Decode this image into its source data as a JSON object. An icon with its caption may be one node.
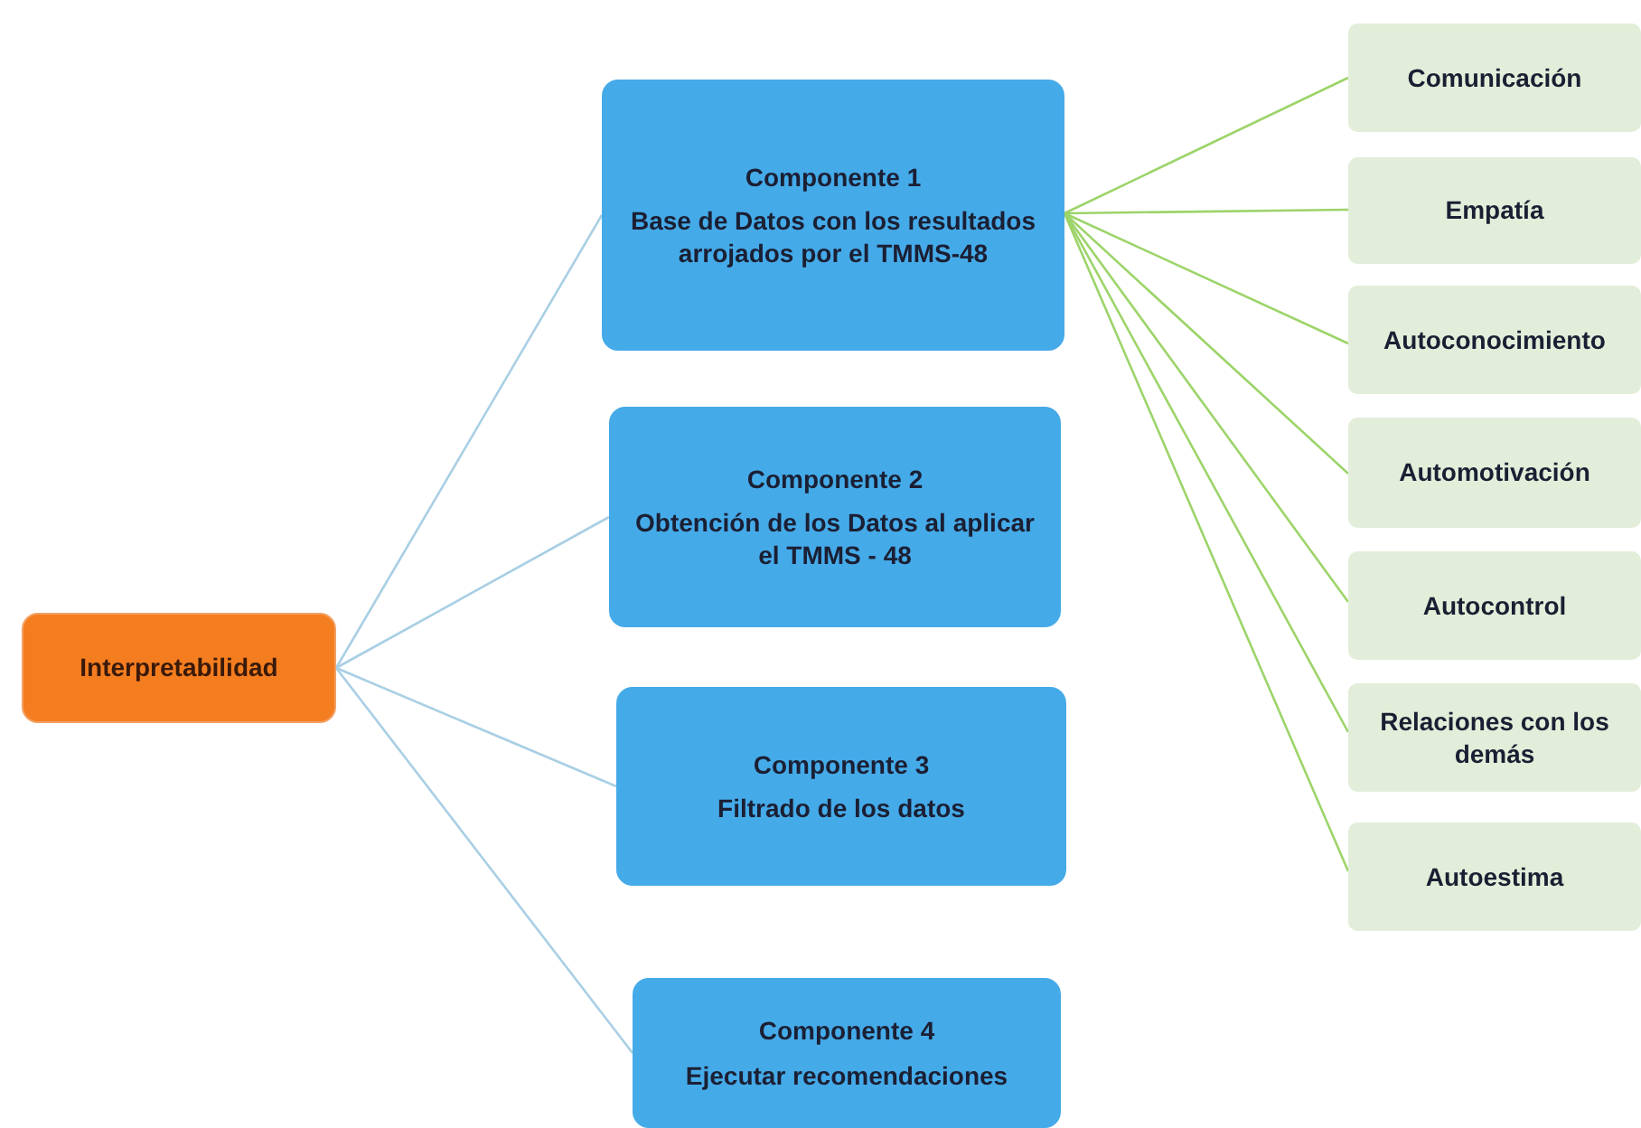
{
  "diagram": {
    "nodes": [
      {
        "text": [
          "Interpretabilidad"
        ]
      },
      {
        "text": [
          "Componente 1",
          "Base de Datos con los resultados arrojados por el TMMS-48"
        ]
      },
      {
        "text": [
          "Componente 2",
          "Obtención de los Datos al aplicar el TMMS - 48"
        ]
      },
      {
        "text": [
          "Componente 3",
          "Filtrado de los datos"
        ]
      },
      {
        "text": [
          "Componente 4",
          "Ejecutar recomendaciones"
        ]
      },
      {
        "text": [
          "Comunicación"
        ]
      },
      {
        "text": [
          "Empatía"
        ]
      },
      {
        "text": [
          "Autoconocimiento"
        ]
      },
      {
        "text": [
          "Automotivación"
        ]
      },
      {
        "text": [
          "Autocontrol"
        ]
      },
      {
        "text": [
          "Relaciones con los demás"
        ]
      },
      {
        "text": [
          "Autoestima"
        ]
      }
    ],
    "edges": [
      {
        "from": 0,
        "to": 1,
        "arrow": "none",
        "color": "#a9cfe4"
      },
      {
        "from": 0,
        "to": 2,
        "arrow": "none",
        "color": "#a9cfe4"
      },
      {
        "from": 0,
        "to": 3,
        "arrow": "none",
        "color": "#a9cfe4"
      },
      {
        "from": 0,
        "to": 4,
        "arrow": "none",
        "color": "#a9cfe4"
      },
      {
        "from": 1,
        "to": 5,
        "arrow": "none"
      },
      {
        "from": 1,
        "to": 6,
        "arrow": "none"
      },
      {
        "from": 1,
        "to": 7,
        "arrow": "none"
      },
      {
        "from": 1,
        "to": 8,
        "arrow": "none"
      },
      {
        "from": 1,
        "to": 9,
        "arrow": "none"
      },
      {
        "from": 1,
        "to": 10,
        "arrow": "none"
      },
      {
        "from": 1,
        "to": 11,
        "arrow": "none"
      }
    ]
  }
}
